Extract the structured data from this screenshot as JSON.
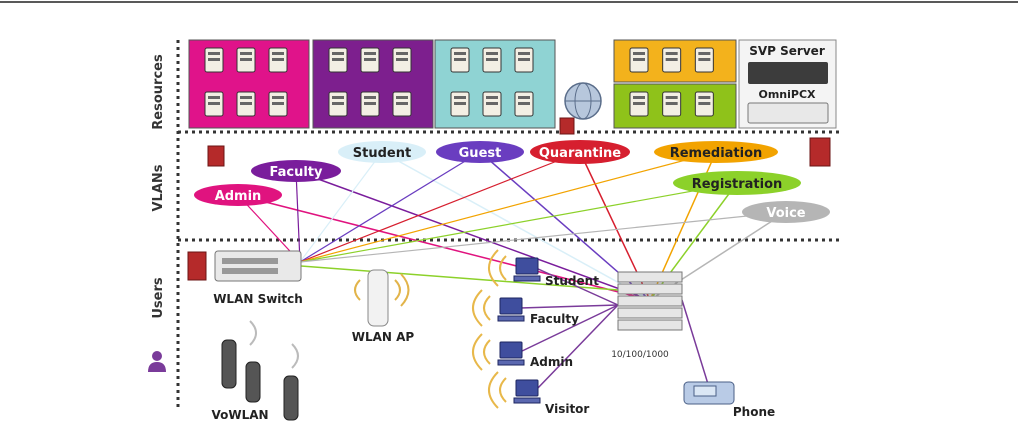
{
  "sections": {
    "resources": "Resources",
    "vlans": "VLANs",
    "users": "Users"
  },
  "vlans": [
    {
      "name": "Admin",
      "color": "#e0137f",
      "text": "#ffffff"
    },
    {
      "name": "Faculty",
      "color": "#7a1d9c",
      "text": "#ffffff"
    },
    {
      "name": "Student",
      "color": "#d9eff8",
      "text": "#222222"
    },
    {
      "name": "Guest",
      "color": "#6a3dc0",
      "text": "#ffffff"
    },
    {
      "name": "Quarantine",
      "color": "#d61f2f",
      "text": "#ffffff"
    },
    {
      "name": "Remediation",
      "color": "#f2a300",
      "text": "#222222"
    },
    {
      "name": "Registration",
      "color": "#8cd12a",
      "text": "#222222"
    },
    {
      "name": "Voice",
      "color": "#b5b5b5",
      "text": "#ffffff"
    }
  ],
  "resources": {
    "groups": [
      {
        "name": "admin-resources",
        "color": "#e0138a"
      },
      {
        "name": "faculty-resources",
        "color": "#7d1f8e"
      },
      {
        "name": "student-resources",
        "color": "#8fd3d3"
      },
      {
        "name": "remediation-resources",
        "color": "#f3b21c"
      },
      {
        "name": "registration-resources",
        "color": "#8fc21a"
      }
    ],
    "svp_server": "SVP Server",
    "omnipcx": "OmniPCX"
  },
  "users": {
    "wlan_switch": "WLAN Switch",
    "wlan_ap": "WLAN AP",
    "vowlan": "VoWLAN",
    "phone": "Phone",
    "speed": "10/100/1000",
    "clients": [
      "Student",
      "Faculty",
      "Admin",
      "Visitor"
    ]
  }
}
